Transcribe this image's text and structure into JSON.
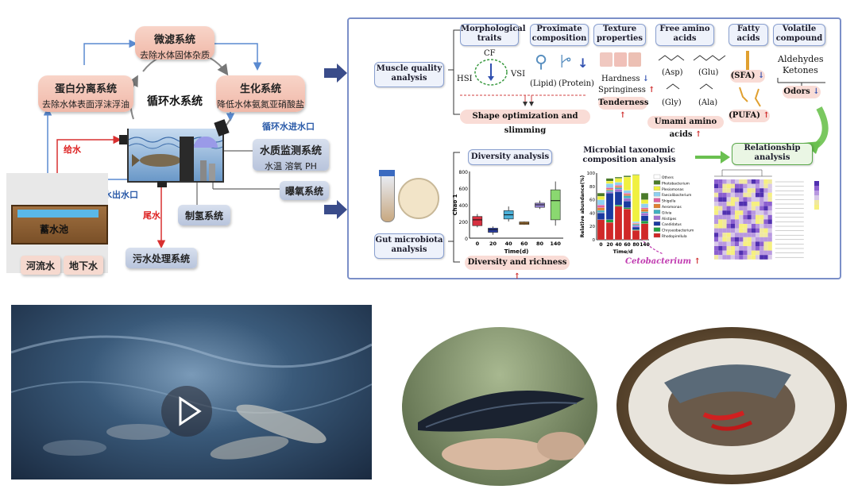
{
  "rcs": {
    "title": "循环水系统",
    "micro_filter": {
      "name": "微滤系统",
      "desc": "去除水体固体杂质"
    },
    "protein_sep": {
      "name": "蛋白分离系统",
      "desc": "去除水体表面浮沫浮油"
    },
    "biochem": {
      "name": "生化系统",
      "desc": "降低水体氨氮亚硝酸盐"
    },
    "inlet": "循环水进水口",
    "outlet": "循环水出水口",
    "supply": "给水",
    "tail": "尾水",
    "monitor": {
      "name": "水质监测系统",
      "desc": "水温 溶氧 PH"
    },
    "aeration": "曝氧系统",
    "hydrogen": "制氢系统",
    "sewage": "污水处理系统",
    "reservoir": "蓄水池",
    "river": "河流水",
    "ground": "地下水"
  },
  "panel": {
    "muscle": "Muscle quality analysis",
    "gut": "Gut microbiota analysis",
    "morph": "Morphological traits",
    "proximate": "Proximate composition",
    "texture": "Texture properties",
    "amino": "Free amino acids",
    "fatty": "Fatty acids",
    "volatile": "Volatile compound",
    "cf": "CF",
    "hsi": "HSI",
    "vsi": "VSI",
    "lipid": "(Lipid)",
    "protein": "(Protein)",
    "hardness": "Hardness",
    "springiness": "Springiness",
    "tenderness": "Tenderness",
    "asp": "(Asp)",
    "glu": "(Glu)",
    "gly": "(Gly)",
    "ala": "(Ala)",
    "umami": "Umami amino acids",
    "sfa": "(SFA)",
    "pufa": "(PUFA)",
    "aldehydes": "Aldehydes",
    "ketones": "Ketones",
    "odors": "Odors",
    "shape": "Shape optimization and slimming",
    "diversity": "Diversity analysis",
    "taxonomic": "Microbial taxonomic composition analysis",
    "relationship": "Relationship analysis",
    "diversity_richness": "Diversity and richness",
    "cetobacterium": "Cetobacterium"
  },
  "chart_data": [
    {
      "type": "box",
      "ylabel": "Chao 1",
      "xlabel": "Time(d)",
      "categories": [
        "0",
        "20",
        "40",
        "60",
        "80",
        "140"
      ],
      "yticks": [
        "0",
        "200",
        "400",
        "600",
        "800"
      ],
      "ylim": [
        0,
        800
      ],
      "boxes": [
        {
          "min": 130,
          "q1": 150,
          "median": 220,
          "q3": 260,
          "max": 290,
          "color": "#d63040"
        },
        {
          "min": 40,
          "q1": 70,
          "median": 100,
          "q3": 120,
          "max": 140,
          "color": "#2a3fa8"
        },
        {
          "min": 200,
          "q1": 230,
          "median": 280,
          "q3": 330,
          "max": 380,
          "color": "#4ab0d8"
        },
        {
          "min": 160,
          "q1": 165,
          "median": 180,
          "q3": 195,
          "max": 200,
          "color": "#e09a40"
        },
        {
          "min": 350,
          "q1": 370,
          "median": 400,
          "q3": 420,
          "max": 450,
          "color": "#9a88d8"
        },
        {
          "min": 150,
          "q1": 220,
          "median": 450,
          "q3": 580,
          "max": 680,
          "color": "#8ad870"
        }
      ]
    },
    {
      "type": "stacked-bar",
      "ylabel": "Relative abundance(%)",
      "xlabel": "Time/d",
      "categories": [
        "0",
        "20",
        "40",
        "60",
        "80",
        "140"
      ],
      "yticks": [
        "0",
        "20",
        "40",
        "60",
        "80",
        "100"
      ],
      "ylim": [
        0,
        100
      ],
      "series": [
        {
          "name": "Others",
          "color": "#ffffff"
        },
        {
          "name": "Photobacterium",
          "color": "#4a7a2a"
        },
        {
          "name": "Plesiomonas",
          "color": "#f0f040"
        },
        {
          "name": "Faecalibacterium",
          "color": "#8fd0f0"
        },
        {
          "name": "Shigella",
          "color": "#e060a0"
        },
        {
          "name": "Aeromonas",
          "color": "#e08030"
        },
        {
          "name": "Gilvia",
          "color": "#40b0c0"
        },
        {
          "name": "Alistipes",
          "color": "#a070d0"
        },
        {
          "name": "Candidatus",
          "color": "#1a3aa0"
        },
        {
          "name": "Chryseobacterium",
          "color": "#20a040"
        },
        {
          "name": "Rhodopirellula",
          "color": "#d02828"
        }
      ]
    }
  ]
}
